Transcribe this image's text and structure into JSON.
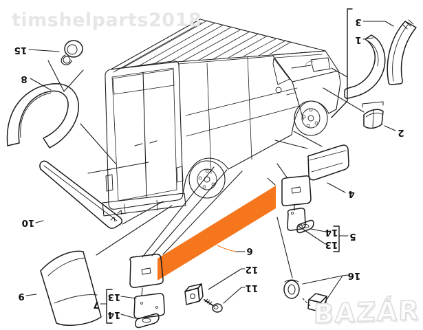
{
  "watermarks": {
    "seller": "timshelparts2018",
    "marketplace": "BAZÁR"
  },
  "diagram": {
    "type": "exploded-parts-diagram",
    "subject": "van body side mouldings and trims",
    "highlight_color": "#f5761d",
    "line_color": "#1a1a1a",
    "labels": {
      "l15": "15",
      "l8": "8",
      "l10": "10",
      "l9": "9",
      "l7": "7",
      "l13a": "13",
      "l14a": "14",
      "l3": "3",
      "l1": "1",
      "l2": "2",
      "l4": "4",
      "l5": "5",
      "l14b": "14",
      "l13b": "13",
      "l6": "6",
      "l12": "12",
      "l11": "11",
      "l16": "16"
    }
  }
}
